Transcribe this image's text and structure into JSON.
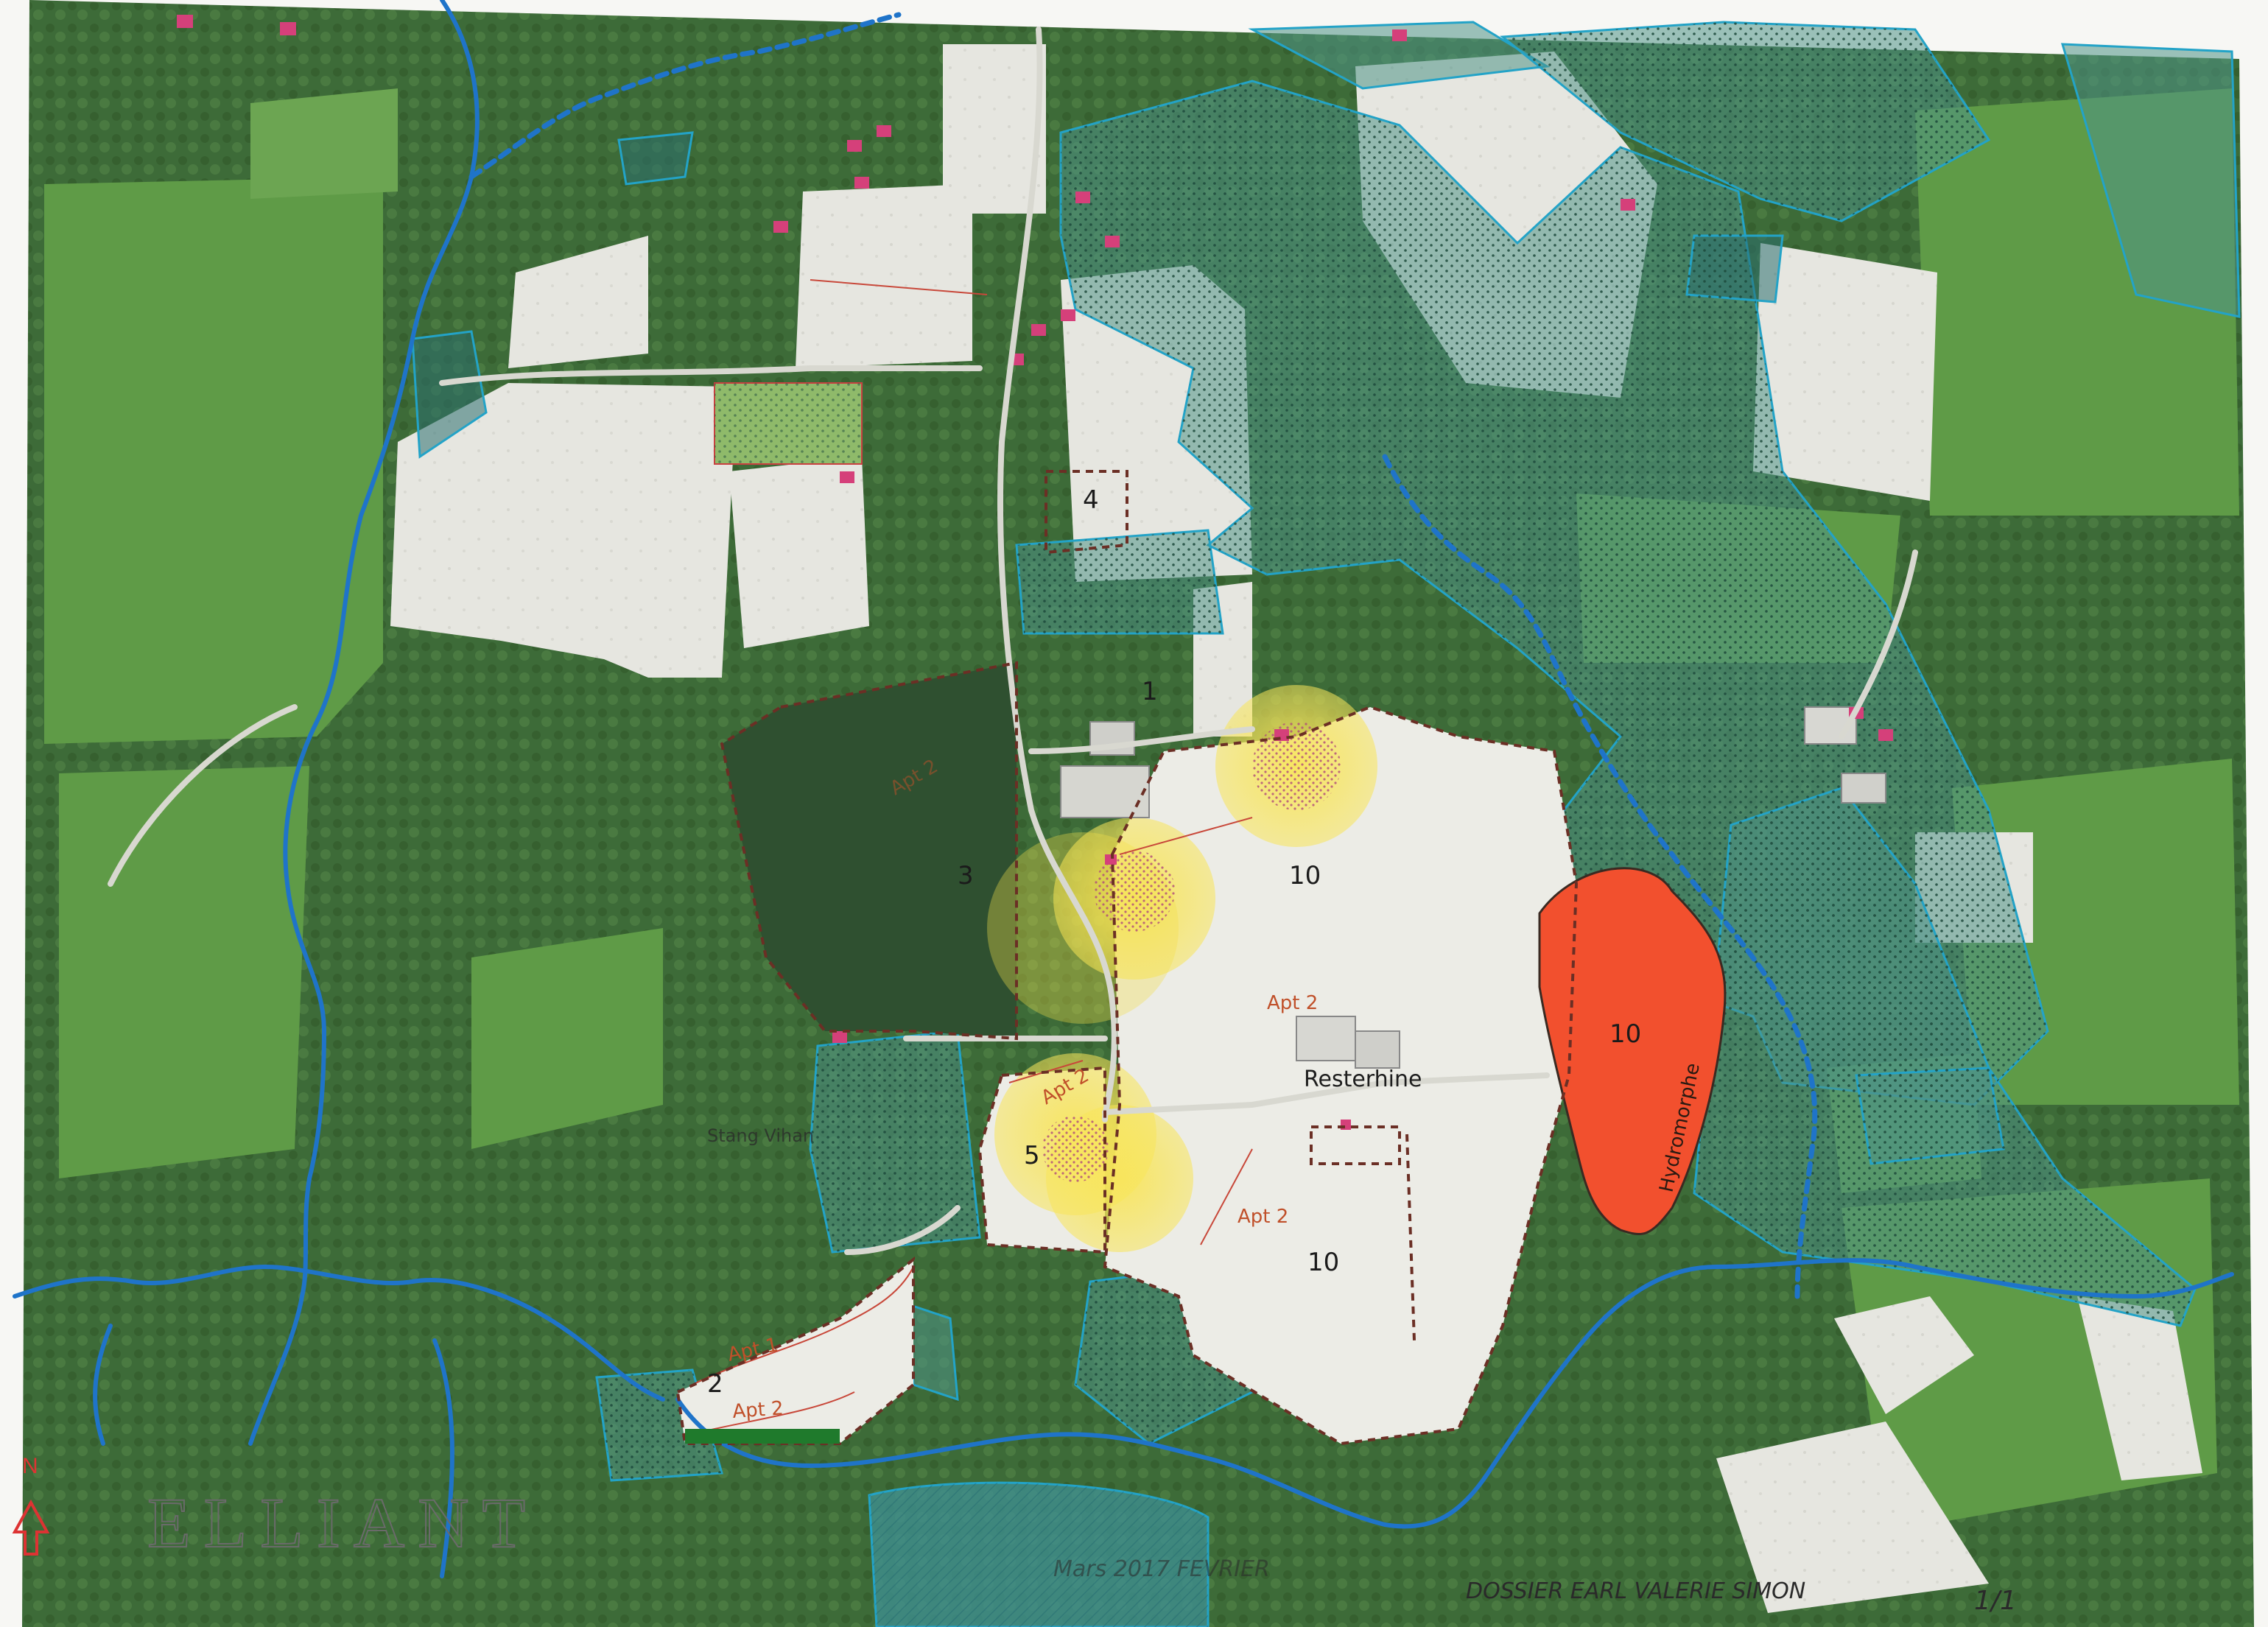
{
  "map": {
    "place_label": "Resterhine",
    "locality_label": "Stang Vihan",
    "commune_label": "ELLIANT",
    "north_label": "N",
    "footer": {
      "date": "Mars 2017 FEVRIER",
      "dossier": "DOSSIER EARL VALERIE SIMON",
      "sheet": "1/1"
    },
    "parcels": [
      {
        "id": "p1",
        "label": "1"
      },
      {
        "id": "p2",
        "label": "2"
      },
      {
        "id": "p3",
        "label": "3"
      },
      {
        "id": "p4",
        "label": "4"
      },
      {
        "id": "p5",
        "label": "5"
      },
      {
        "id": "p10a",
        "label": "10"
      },
      {
        "id": "p10b",
        "label": "10"
      },
      {
        "id": "p10c",
        "label": "10"
      }
    ],
    "aptitude_labels": [
      "Apt 1",
      "Apt 2",
      "Apt 2",
      "Apt 2",
      "Apt 2",
      "Apt 2"
    ],
    "hydromorphe_label": "Hydromorphe",
    "colors": {
      "forest": "#3f6e3a",
      "meadow": "#5e9a48",
      "field": "#e8e8e2",
      "stream": "#1f74c9",
      "protected": "#4f9487",
      "hydromorphe": "#f2502e",
      "buffer": "#f4e04a",
      "boundary": "#6b2f25"
    }
  }
}
